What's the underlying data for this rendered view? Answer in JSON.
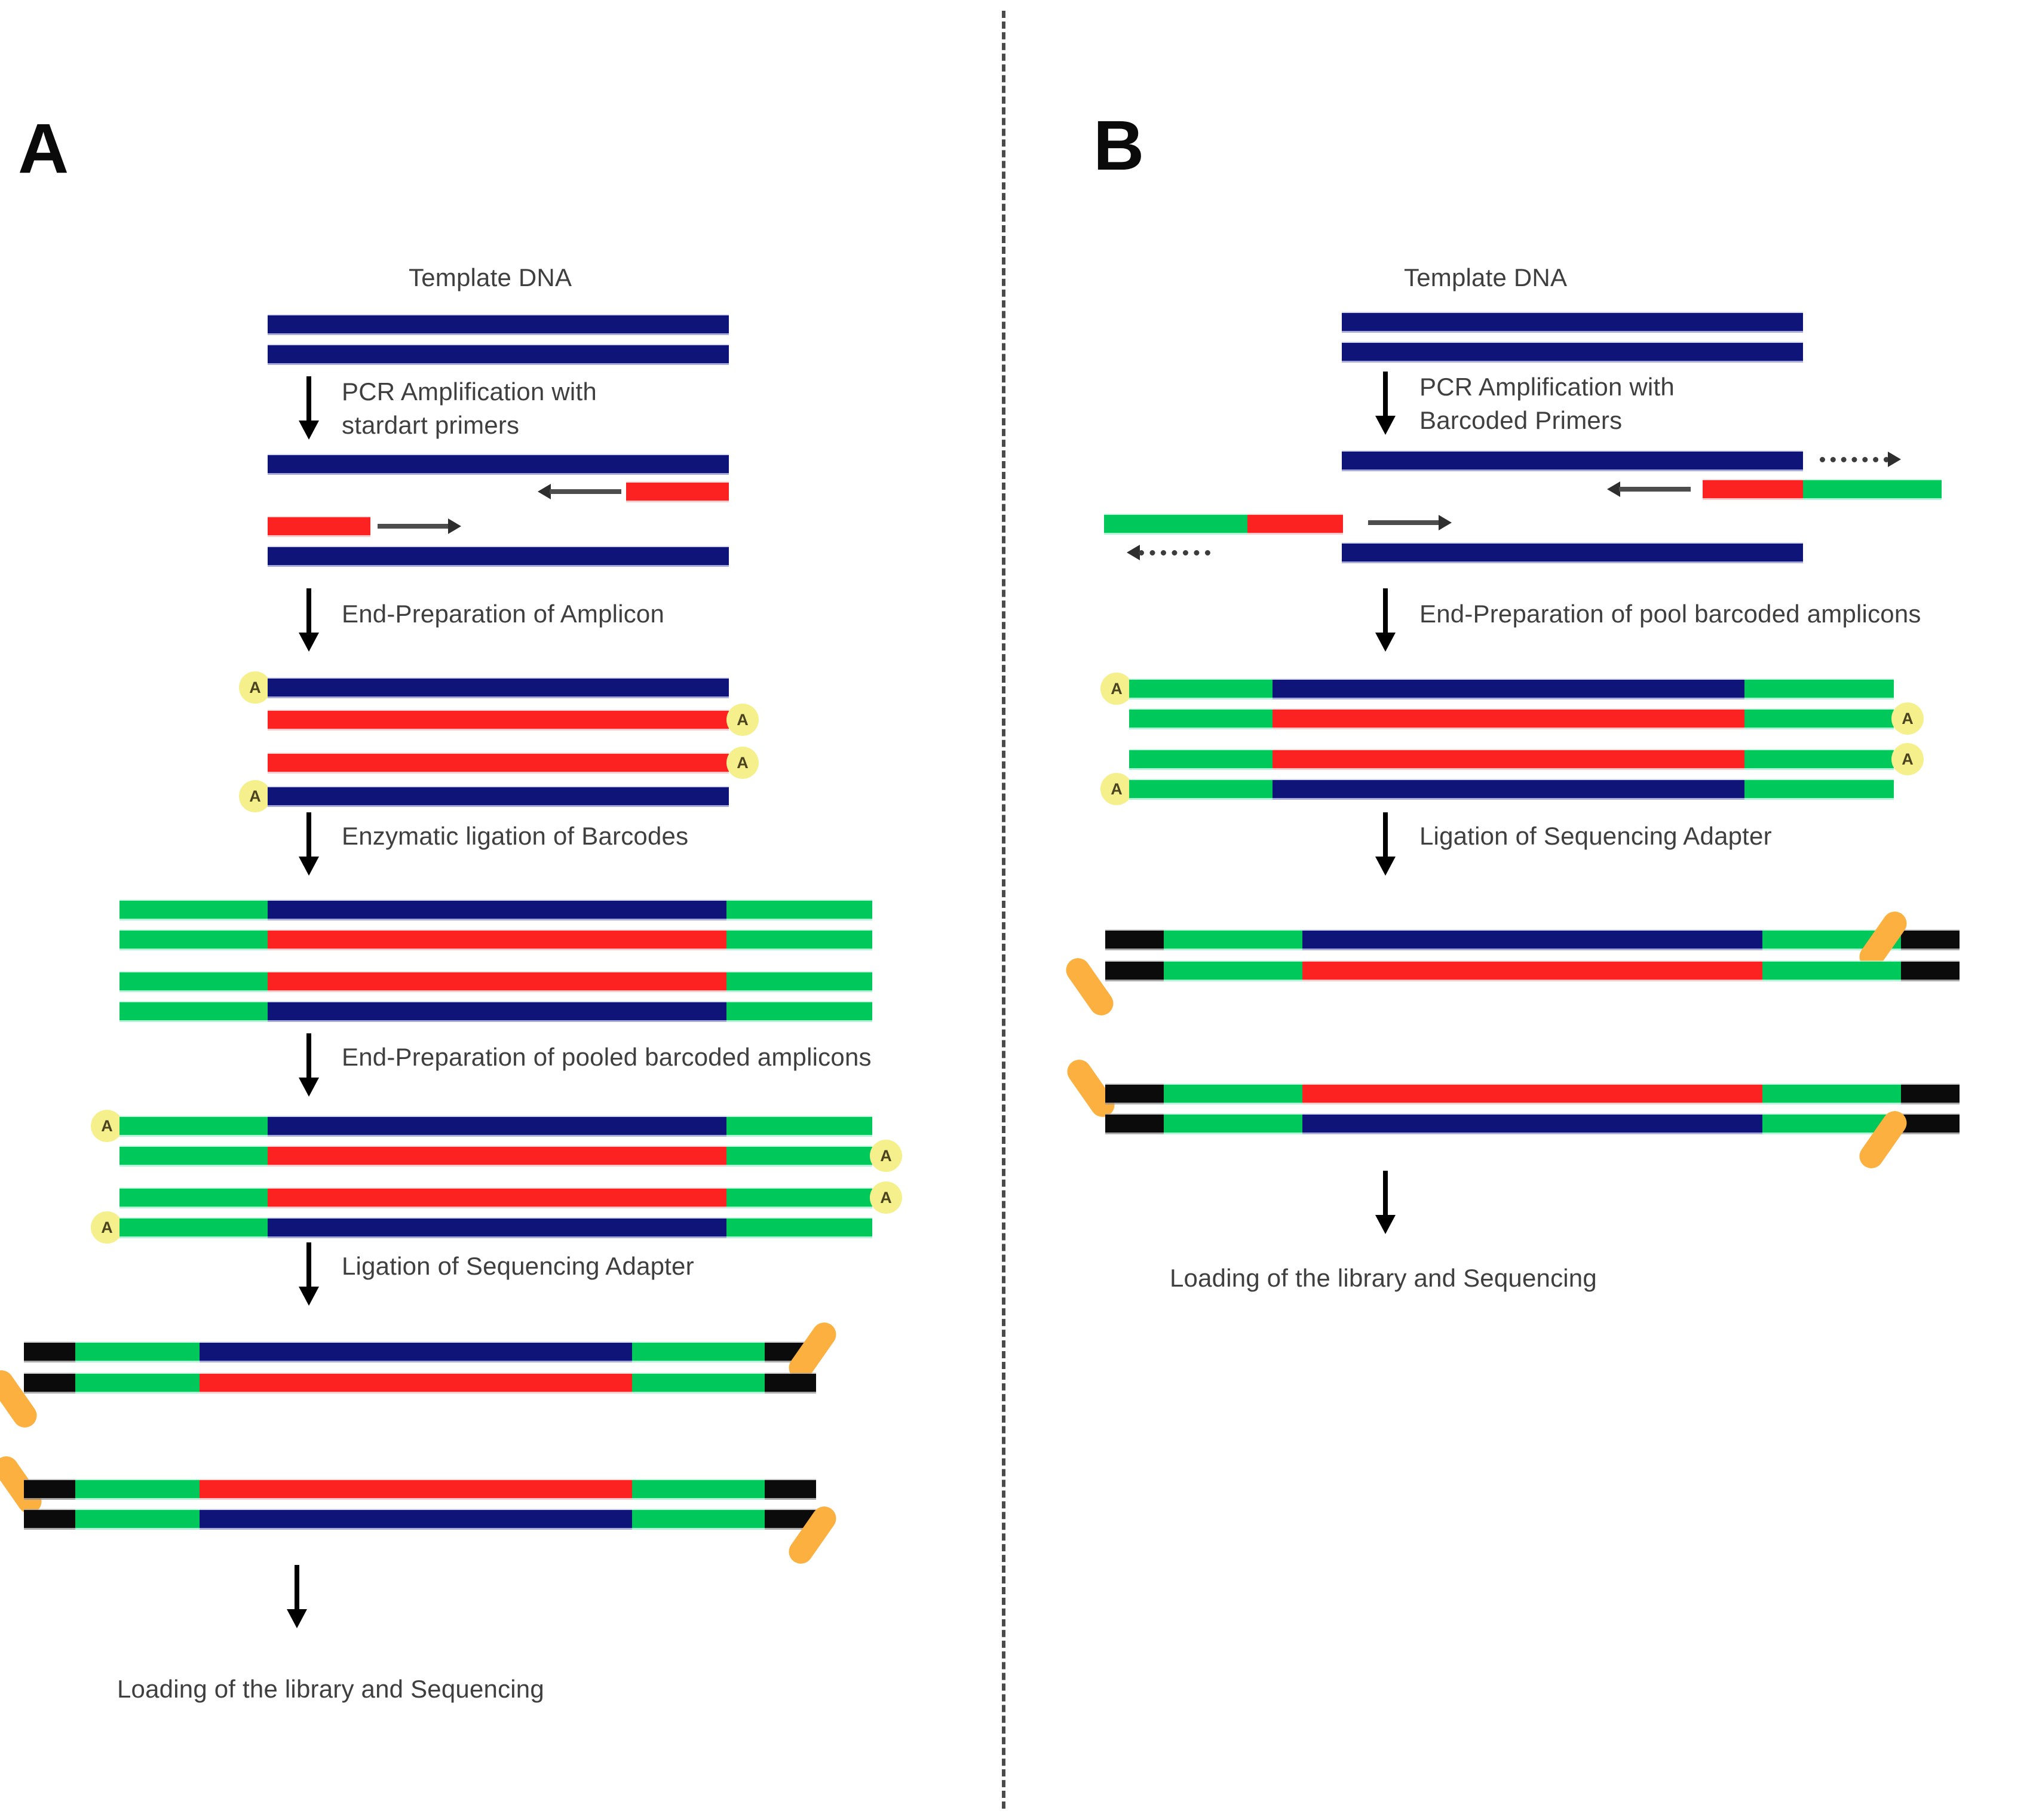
{
  "figure": {
    "type": "workflow-diagram",
    "subject": "Nanopore amplicon sequencing library preparation workflows",
    "panels": [
      "A",
      "B"
    ]
  },
  "legend_colors": {
    "template_strand": "#0E1478",
    "complement_strand": "#FC2222",
    "barcode": "#00C85A",
    "sequencing_adapter": "#0B0B0B",
    "motor_protein": "#FBB040",
    "a_tail_marker": "#F6F08C",
    "primer_arrow": "#4d4d4d"
  },
  "panel_a": {
    "label": "A",
    "steps": [
      {
        "id": "template",
        "title": "Template DNA"
      },
      {
        "id": "pcr",
        "caption": "PCR Amplification with\nstardart primers"
      },
      {
        "id": "endprep1",
        "caption": "End-Preparation of Amplicon"
      },
      {
        "id": "ligation",
        "caption": "Enzymatic ligation of Barcodes"
      },
      {
        "id": "endprep2",
        "caption": "End-Preparation of pooled barcoded amplicons"
      },
      {
        "id": "adapter",
        "caption": "Ligation of Sequencing Adapter"
      },
      {
        "id": "loading",
        "caption": "Loading of the library and Sequencing"
      }
    ],
    "a_marker_letter": "A"
  },
  "panel_b": {
    "label": "B",
    "steps": [
      {
        "id": "template",
        "title": "Template DNA"
      },
      {
        "id": "pcr",
        "caption": "PCR Amplification with\nBarcoded Primers"
      },
      {
        "id": "endprep",
        "caption": "End-Preparation of pool barcoded amplicons"
      },
      {
        "id": "adapter",
        "caption": "Ligation of Sequencing Adapter"
      },
      {
        "id": "loading",
        "caption": "Loading of the library and Sequencing"
      }
    ],
    "a_marker_letter": "A"
  }
}
